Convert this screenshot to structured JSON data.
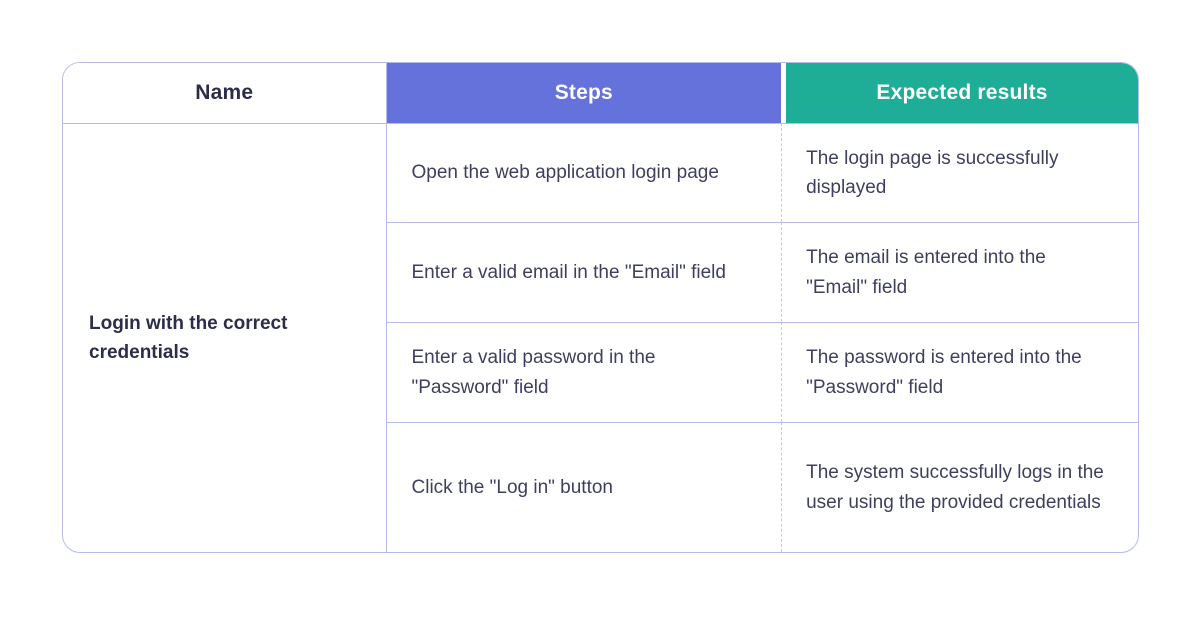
{
  "table": {
    "headers": {
      "name": "Name",
      "steps": "Steps",
      "expected": "Expected results"
    },
    "test_case": {
      "name": "Login with the correct credentials",
      "rows": [
        {
          "step": "Open the web application login page",
          "expected": "The login page is successfully displayed"
        },
        {
          "step": "Enter a valid email in the \"Email\" field",
          "expected": "The email is entered into the \"Email\" field"
        },
        {
          "step": "Enter a valid password in the \"Password\" field",
          "expected": "The password is entered into the \"Password\" field"
        },
        {
          "step": "Click the \"Log in\" button",
          "expected": "The system successfully logs in the user using the provided credentials"
        }
      ]
    },
    "colors": {
      "steps_header_bg": "#6672db",
      "expected_header_bg": "#1ead96",
      "border": "#b6bce9",
      "heading_text": "#2c2d49",
      "body_text": "#3e3f5e"
    }
  }
}
